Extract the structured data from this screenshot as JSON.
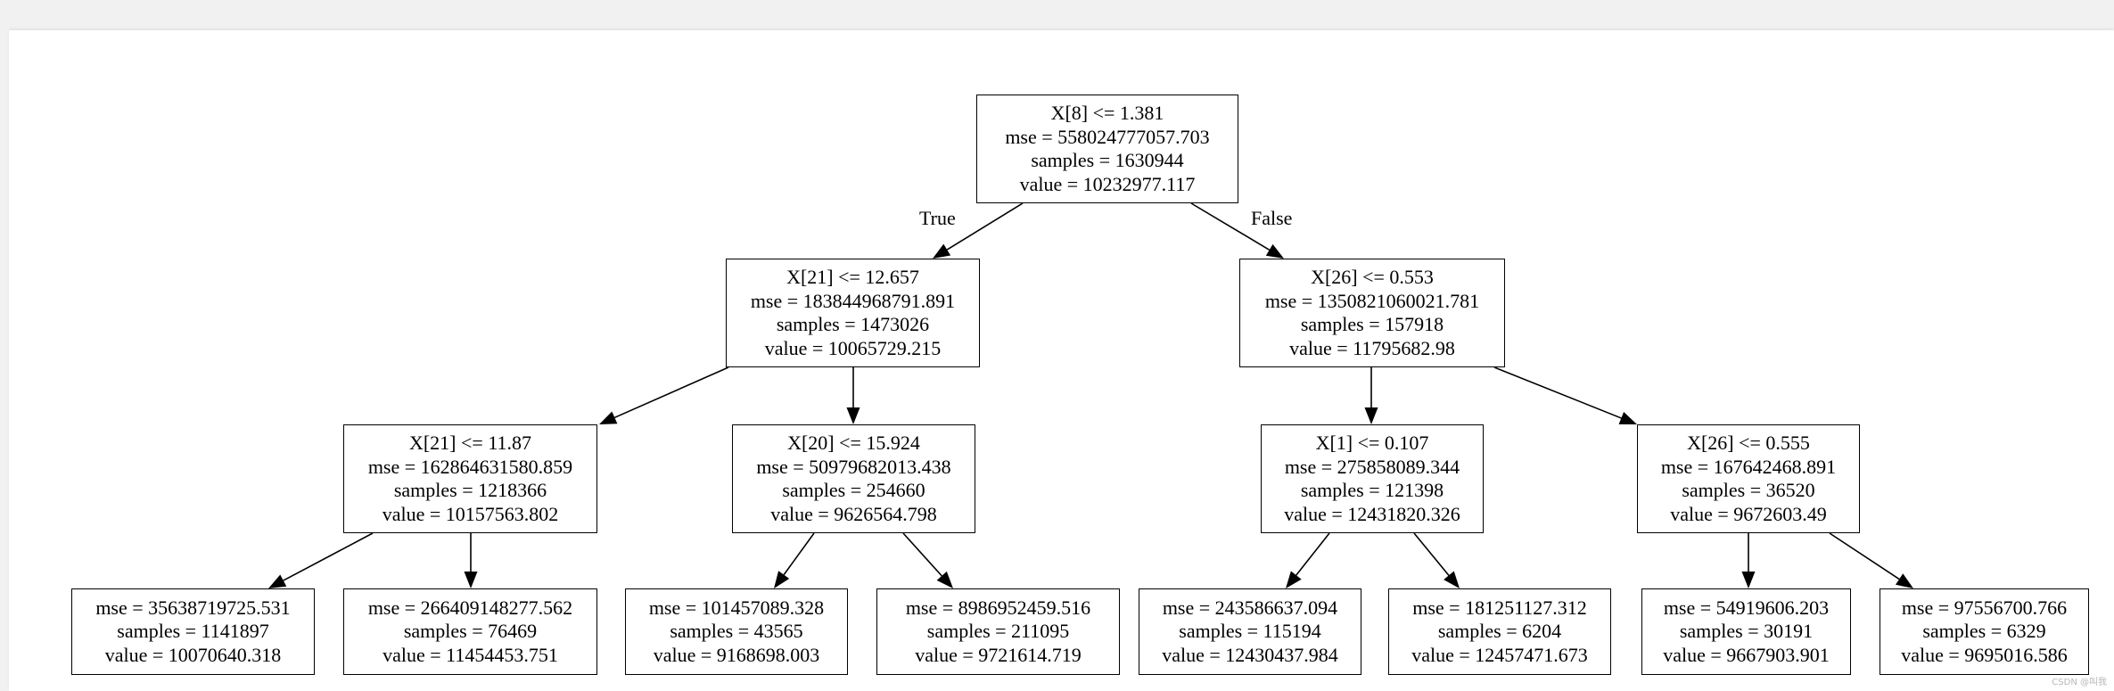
{
  "tree": {
    "nodes": [
      {
        "id": "n0",
        "lines": [
          "X[8] <= 1.381",
          "mse = 558024777057.703",
          "samples = 1630944",
          "value = 10232977.117"
        ]
      },
      {
        "id": "n1",
        "lines": [
          "X[21] <= 12.657",
          "mse = 183844968791.891",
          "samples = 1473026",
          "value = 10065729.215"
        ]
      },
      {
        "id": "n2",
        "lines": [
          "X[26] <= 0.553",
          "mse = 1350821060021.781",
          "samples = 157918",
          "value = 11795682.98"
        ]
      },
      {
        "id": "n3",
        "lines": [
          "X[21] <= 11.87",
          "mse = 162864631580.859",
          "samples = 1218366",
          "value = 10157563.802"
        ]
      },
      {
        "id": "n4",
        "lines": [
          "X[20] <= 15.924",
          "mse = 50979682013.438",
          "samples = 254660",
          "value = 9626564.798"
        ]
      },
      {
        "id": "n5",
        "lines": [
          "X[1] <= 0.107",
          "mse = 275858089.344",
          "samples = 121398",
          "value = 12431820.326"
        ]
      },
      {
        "id": "n6",
        "lines": [
          "X[26] <= 0.555",
          "mse = 167642468.891",
          "samples = 36520",
          "value = 9672603.49"
        ]
      },
      {
        "id": "n7",
        "lines": [
          "mse = 35638719725.531",
          "samples = 1141897",
          "value = 10070640.318"
        ]
      },
      {
        "id": "n8",
        "lines": [
          "mse = 266409148277.562",
          "samples = 76469",
          "value = 11454453.751"
        ]
      },
      {
        "id": "n9",
        "lines": [
          "mse = 101457089.328",
          "samples = 43565",
          "value = 9168698.003"
        ]
      },
      {
        "id": "n10",
        "lines": [
          "mse = 8986952459.516",
          "samples = 211095",
          "value = 9721614.719"
        ]
      },
      {
        "id": "n11",
        "lines": [
          "mse = 243586637.094",
          "samples = 115194",
          "value = 12430437.984"
        ]
      },
      {
        "id": "n12",
        "lines": [
          "mse = 181251127.312",
          "samples = 6204",
          "value = 12457471.673"
        ]
      },
      {
        "id": "n13",
        "lines": [
          "mse = 54919606.203",
          "samples = 30191",
          "value = 9667903.901"
        ]
      },
      {
        "id": "n14",
        "lines": [
          "mse = 97556700.766",
          "samples = 6329",
          "value = 9695016.586"
        ]
      }
    ],
    "edges": [
      {
        "from": "n0",
        "to": "n1",
        "label": "True"
      },
      {
        "from": "n0",
        "to": "n2",
        "label": "False"
      },
      {
        "from": "n1",
        "to": "n3"
      },
      {
        "from": "n1",
        "to": "n4"
      },
      {
        "from": "n2",
        "to": "n5"
      },
      {
        "from": "n2",
        "to": "n6"
      },
      {
        "from": "n3",
        "to": "n7"
      },
      {
        "from": "n3",
        "to": "n8"
      },
      {
        "from": "n4",
        "to": "n9"
      },
      {
        "from": "n4",
        "to": "n10"
      },
      {
        "from": "n5",
        "to": "n11"
      },
      {
        "from": "n5",
        "to": "n12"
      },
      {
        "from": "n6",
        "to": "n13"
      },
      {
        "from": "n6",
        "to": "n14"
      }
    ]
  },
  "watermark": "CSDN @叫我"
}
